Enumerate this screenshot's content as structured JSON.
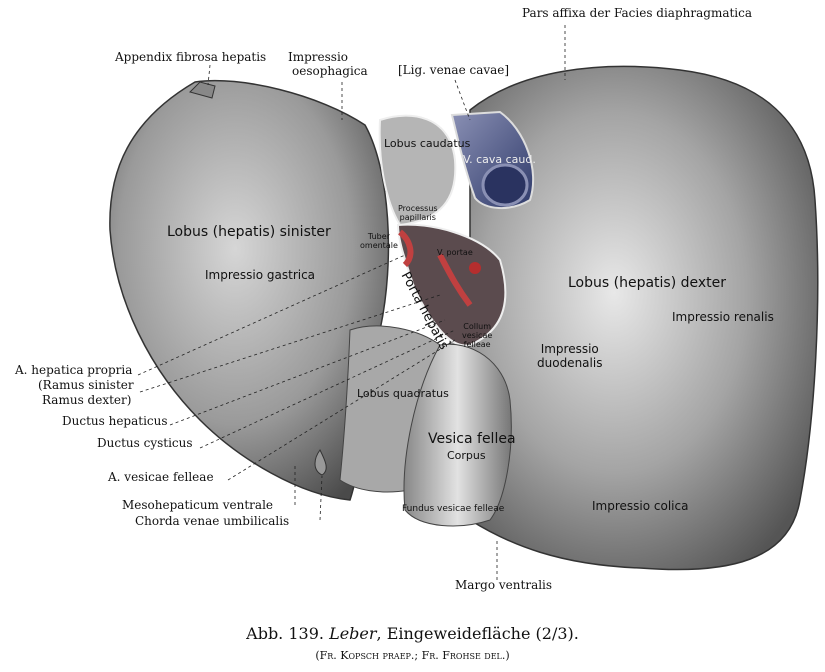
{
  "labels": {
    "pars_affixa": "Pars affixa der Facies diaphragmatica",
    "appendix_fibrosa": "Appendix fibrosa hepatis",
    "impressio_oesophagica_1": "Impressio",
    "impressio_oesophagica_2": "oesophagica",
    "lig_venae_cavae": "[Lig. venae cavae]",
    "lobus_caudatus": "Lobus caudatus",
    "v_cava_caud": "V. cava caud.",
    "processus_papillaris_1": "Processus",
    "processus_papillaris_2": "papillaris",
    "lobus_sinister": "Lobus (hepatis) sinister",
    "tuber_omentale_1": "Tuber",
    "tuber_omentale_2": "omentale",
    "porta_hepatis": "Porta hepatis",
    "v_portae": "V. portae",
    "impressio_gastrica": "Impressio gastrica",
    "lobus_dexter": "Lobus (hepatis) dexter",
    "impressio_renalis": "Impressio renalis",
    "collum_1": "Collum",
    "collum_2": "vesicae",
    "collum_3": "felleae",
    "impressio_duodenalis_1": "Impressio",
    "impressio_duodenalis_2": "duodenalis",
    "a_hepatica_propria": "A. hepatica propria",
    "ramus_sinister": "(Ramus sinister",
    "ramus_dexter": "Ramus dexter)",
    "lobus_quadratus": "Lobus quadratus",
    "ductus_hepaticus": "Ductus hepaticus",
    "ductus_cysticus": "Ductus cysticus",
    "vesica_fellea": "Vesica fellea",
    "corpus": "Corpus",
    "a_vesicae_felleae": "A. vesicae felleae",
    "mesohepaticum": "Mesohepaticum ventrale",
    "chorda": "Chorda venae umbilicalis",
    "impressio_colica": "Impressio colica",
    "fundus": "Fundus vesicae felleae",
    "margo_ventralis": "Margo ventralis"
  },
  "caption": {
    "prefix": "Abb. 139.",
    "title_italic": "Leber",
    "rest": ", Eingeweidefläche (2/3).",
    "credit": "(Fr. Kopsch praep.; Fr. Frohse del.)"
  }
}
